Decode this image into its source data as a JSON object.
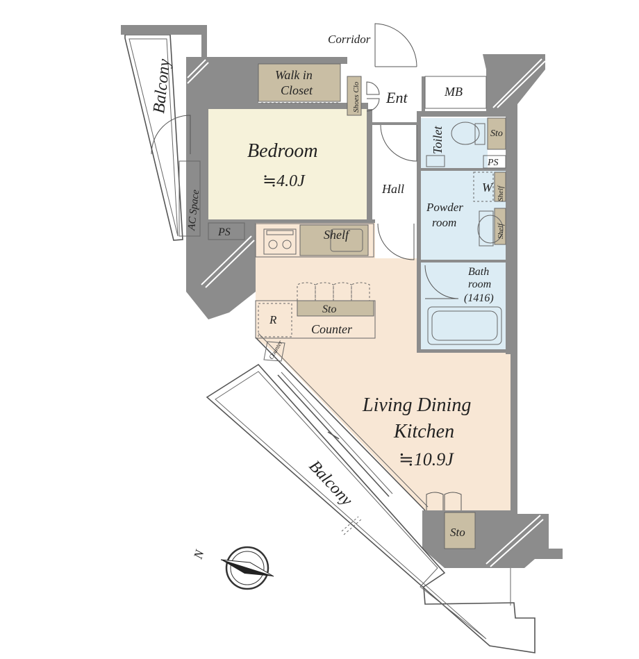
{
  "rooms": {
    "corridor": "Corridor",
    "balcony_top": "Balcony",
    "balcony_bottom": "Balcony",
    "walk_in_closet_line1": "Walk in",
    "walk_in_closet_line2": "Closet",
    "shoes_closet": "Shoes Clo",
    "entrance": "Ent",
    "mb": "MB",
    "bedroom": "Bedroom",
    "bedroom_size": "≒4.0J",
    "toilet": "Toilet",
    "sto_toilet": "Sto",
    "ps_toilet": "PS",
    "hall": "Hall",
    "ac_space": "AC Space",
    "powder_line1": "Powder",
    "powder_line2": "room",
    "washer": "W",
    "shelf_powder_top": "Shelf",
    "shelf_powder_bottom": "Shelf",
    "ps_left": "PS",
    "kitchen_shelf": "Shelf",
    "bath_line1": "Bath",
    "bath_line2": "room",
    "bath_line3": "(1416)",
    "refrigerator": "R",
    "sto_counter": "Sto",
    "counter": "Counter",
    "counter_small": "Counter",
    "ldk_line1": "Living Dining",
    "ldk_line2": "Kitchen",
    "ldk_size": "≒10.9J",
    "sto_ldk": "Sto"
  },
  "compass": {
    "north_label": "N"
  },
  "colors": {
    "wall": "#8c8c8c",
    "bedroom_floor": "#f6f2da",
    "ldk_floor": "#f8e7d5",
    "wet_area_floor": "#dcecf4",
    "storage": "#c9bea4"
  }
}
